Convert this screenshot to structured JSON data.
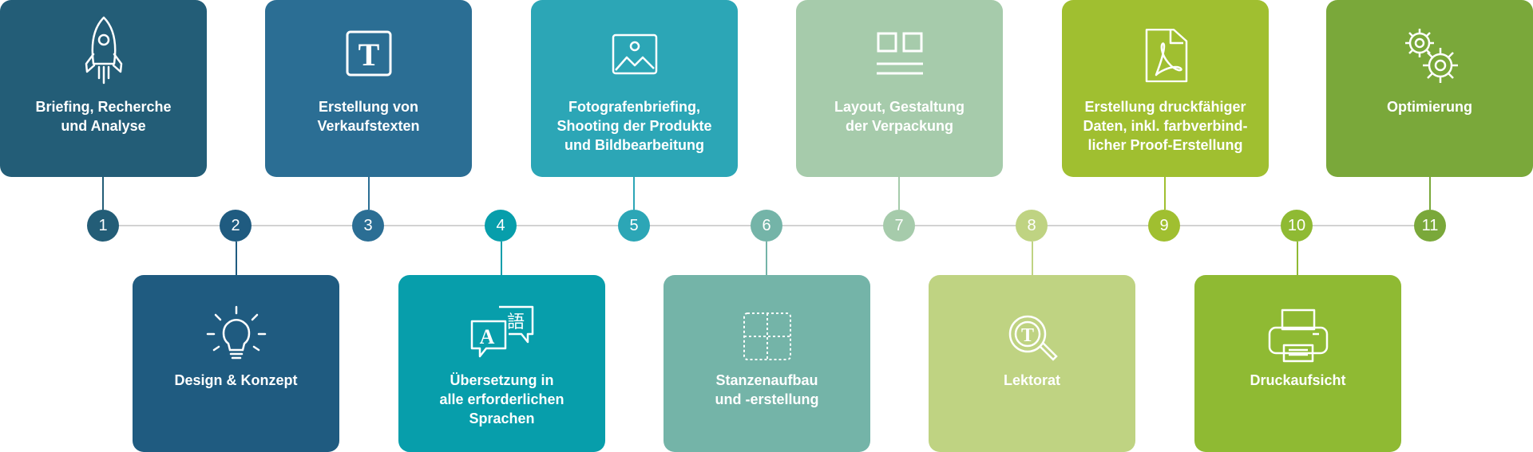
{
  "steps": [
    {
      "number": "1",
      "label": "Briefing, Recherche\nund Analyse",
      "icon": "rocket-icon",
      "color": "#235d77",
      "position": "top"
    },
    {
      "number": "2",
      "label": "Design & Konzept",
      "icon": "lightbulb-icon",
      "color": "#1f5b80",
      "position": "bottom"
    },
    {
      "number": "3",
      "label": "Erstellung von\nVerkaufstexten",
      "icon": "text-icon",
      "color": "#2b6e94",
      "position": "top"
    },
    {
      "number": "4",
      "label": "Übersetzung in\nalle erforderlichen\nSprachen",
      "icon": "translate-icon",
      "color": "#079eab",
      "position": "bottom"
    },
    {
      "number": "5",
      "label": "Fotografenbriefing,\nShooting der Produkte\nund Bildbearbeitung",
      "icon": "image-icon",
      "color": "#2ca6b6",
      "position": "top"
    },
    {
      "number": "6",
      "label": "Stanzenaufbau\nund -erstellung",
      "icon": "dieline-icon",
      "color": "#74b4a8",
      "position": "bottom"
    },
    {
      "number": "7",
      "label": "Layout, Gestaltung\nder Verpackung",
      "icon": "layout-icon",
      "color": "#a6cbab",
      "position": "top"
    },
    {
      "number": "8",
      "label": "Lektorat",
      "icon": "magnifier-text-icon",
      "color": "#bfd382",
      "position": "bottom"
    },
    {
      "number": "9",
      "label": "Erstellung druckfähiger\nDaten, inkl. farbverbind-\nlicher Proof-Erstellung",
      "icon": "pdf-file-icon",
      "color": "#a0bf30",
      "position": "top"
    },
    {
      "number": "10",
      "label": "Druckaufsicht",
      "icon": "printer-icon",
      "color": "#8fba33",
      "position": "bottom"
    },
    {
      "number": "11",
      "label": "Optimierung",
      "icon": "gears-icon",
      "color": "#7aa83a",
      "position": "top"
    }
  ]
}
